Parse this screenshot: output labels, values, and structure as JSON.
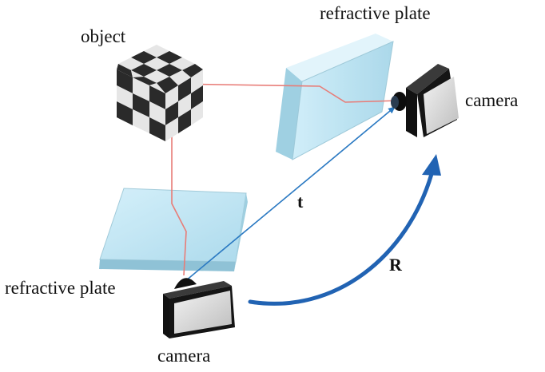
{
  "labels": {
    "object": "object",
    "plate_top": "refractive plate",
    "plate_bottom": "refractive plate",
    "camera_right": "camera",
    "camera_bottom": "camera",
    "translation": "t",
    "rotation": "R"
  },
  "colors": {
    "ray": "#e87c77",
    "translation_line": "#2a79c2",
    "rotation_arrow": "#2163b3",
    "plate_face": "#bde6f5",
    "plate_edge": "#8ab9cb",
    "cube_dark": "#2a2a2a",
    "cube_light": "#e6e6e6",
    "camera_body": "#151515",
    "camera_screen": "#d6d6d6"
  }
}
